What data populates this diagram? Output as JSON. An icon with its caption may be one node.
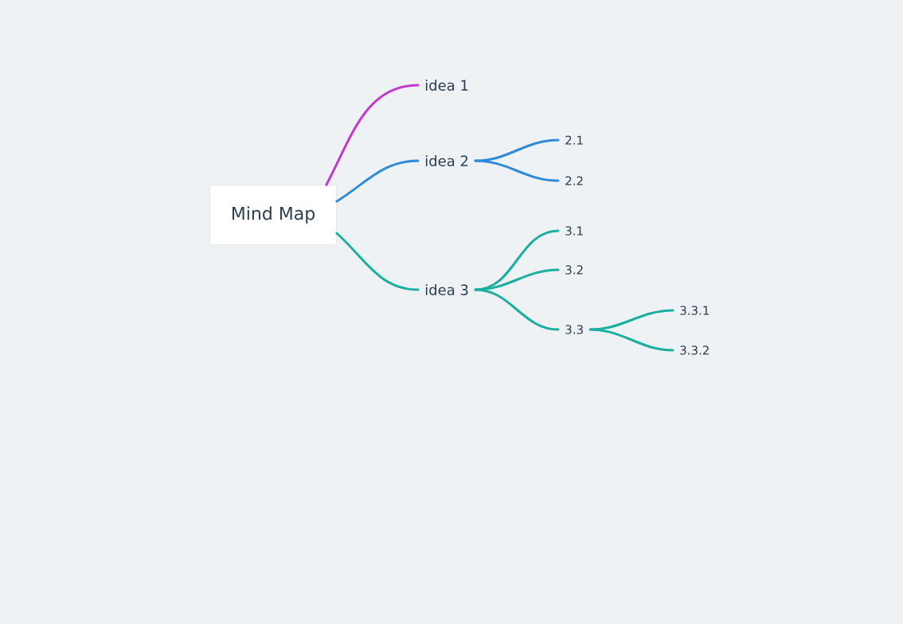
{
  "diagram": {
    "nodes": [
      {
        "text": [
          "Mind Map"
        ]
      },
      {
        "text": [
          "idea 1"
        ]
      },
      {
        "text": [
          "idea 2"
        ]
      },
      {
        "text": [
          "idea 3"
        ]
      },
      {
        "text": [
          "2.1"
        ]
      },
      {
        "text": [
          "2.2"
        ]
      },
      {
        "text": [
          "3.1"
        ]
      },
      {
        "text": [
          "3.2"
        ]
      },
      {
        "text": [
          "3.3"
        ]
      },
      {
        "text": [
          "3.3.1"
        ]
      },
      {
        "text": [
          "3.3.2"
        ]
      }
    ],
    "edges": [
      {
        "from": 0,
        "to": 1,
        "arrow": "none",
        "color": "#c238d1"
      },
      {
        "from": 0,
        "to": 2,
        "arrow": "none",
        "color": "#2e8bd9"
      },
      {
        "from": 0,
        "to": 3,
        "arrow": "none"
      },
      {
        "from": 2,
        "to": 4,
        "arrow": "none",
        "color": "#2e8bd9"
      },
      {
        "from": 2,
        "to": 5,
        "arrow": "none",
        "color": "#2e8bd9"
      },
      {
        "from": 3,
        "to": 6,
        "arrow": "none"
      },
      {
        "from": 3,
        "to": 7,
        "arrow": "none"
      },
      {
        "from": 3,
        "to": 8,
        "arrow": "none"
      },
      {
        "from": 8,
        "to": 9,
        "arrow": "none"
      },
      {
        "from": 8,
        "to": 10,
        "arrow": "none"
      }
    ]
  }
}
